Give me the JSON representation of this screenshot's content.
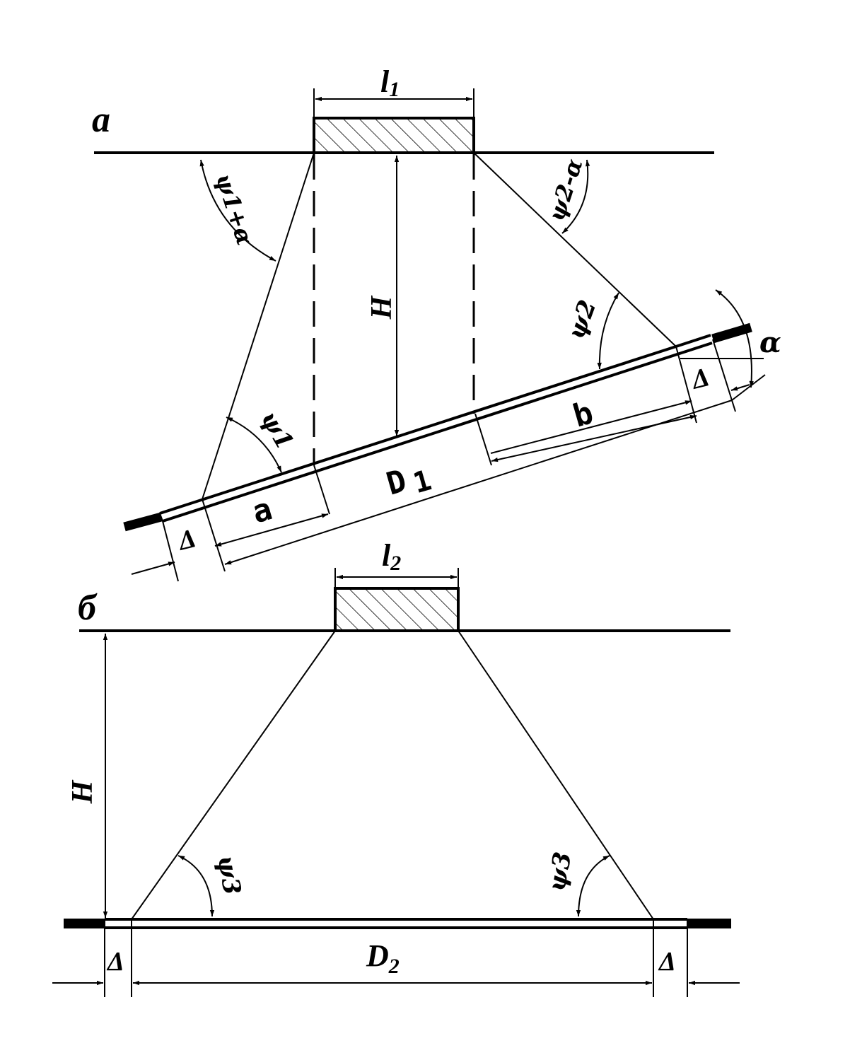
{
  "diagram": {
    "part_a": {
      "label": "а",
      "width_label": "l",
      "width_sub": "1",
      "height_label": "H",
      "angle_left_top": "ψ1+α",
      "angle_right_top": "ψ2-α",
      "angle_left_bottom": "ψ1",
      "angle_right_bottom": "ψ2",
      "tilt_angle": "α",
      "gap_left": "Δ",
      "gap_right": "Δ",
      "seg_a": "a",
      "seg_b": "b",
      "diameter_label": "D",
      "diameter_sub": "1"
    },
    "part_b": {
      "label": "б",
      "width_label": "l",
      "width_sub": "2",
      "height_label": "H",
      "angle_left": "ψ3",
      "angle_right": "ψ3",
      "gap_left": "Δ",
      "gap_right": "Δ",
      "diameter_label": "D",
      "diameter_sub": "2"
    }
  }
}
